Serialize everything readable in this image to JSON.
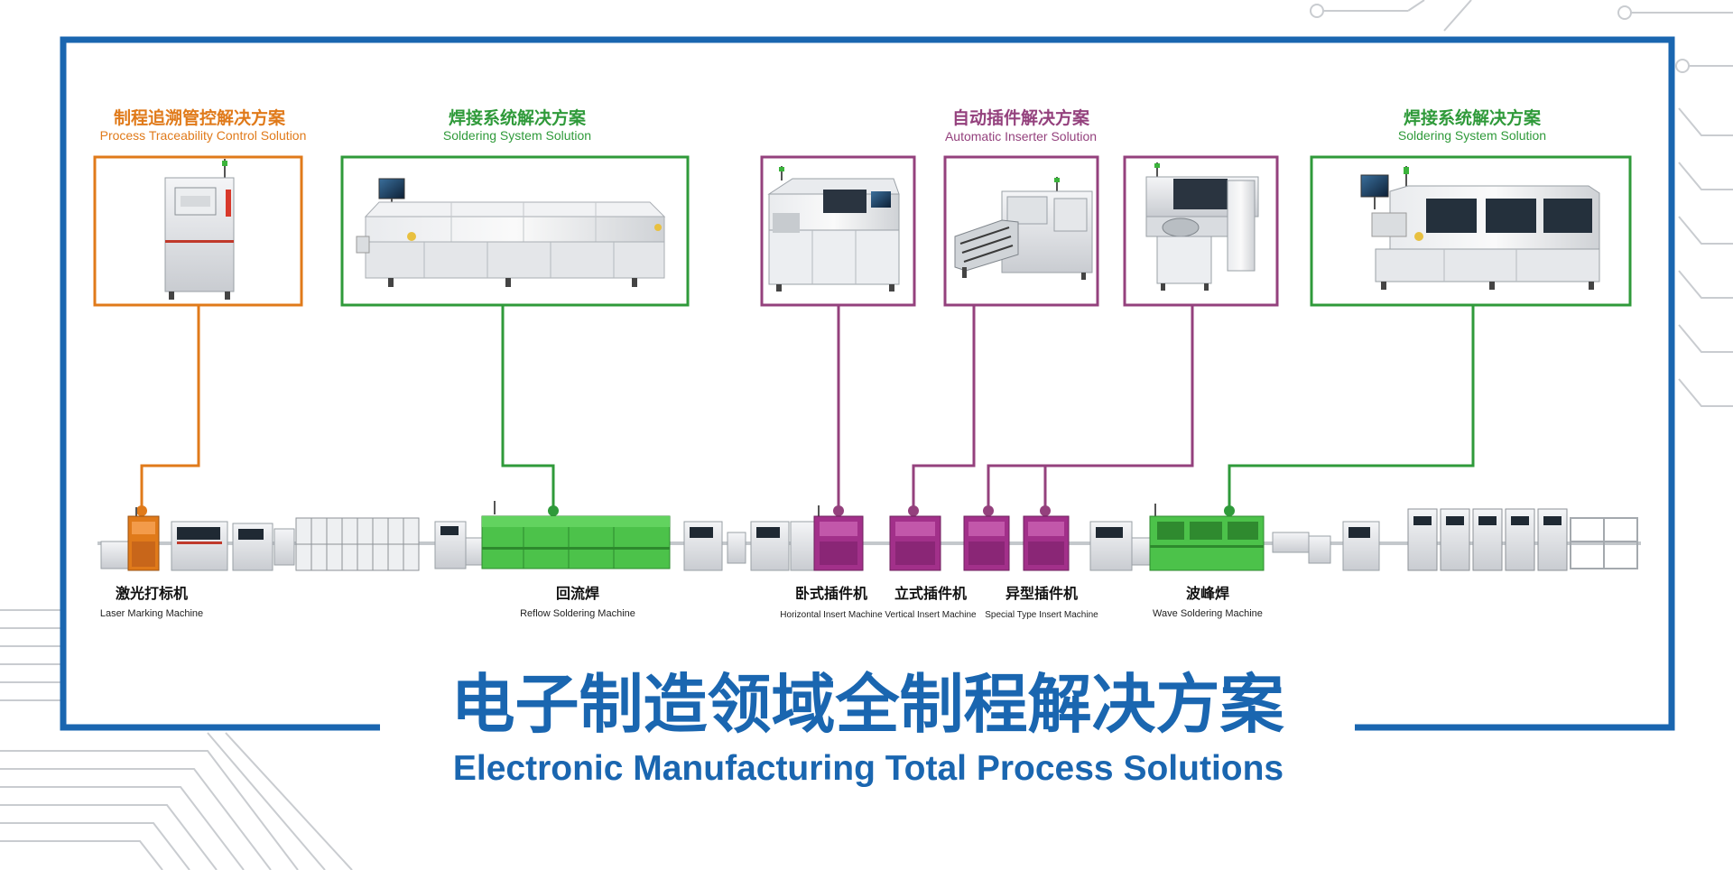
{
  "colors": {
    "frame": "#1a66b0",
    "trace": "#e07a1a",
    "solder": "#2f9a3a",
    "insert": "#94417d",
    "machine_orange": "#e07a1a",
    "machine_green": "#4cc24a",
    "machine_purple": "#a2308a",
    "title": "#1a66b0"
  },
  "solutions": [
    {
      "id": "trace",
      "name_cn": "制程追溯管控解决方案",
      "name_en": "Process Traceability Control Solution",
      "color": "#e07a1a"
    },
    {
      "id": "solder_left",
      "name_cn": "焊接系统解决方案",
      "name_en": "Soldering System Solution",
      "color": "#2f9a3a"
    },
    {
      "id": "insert",
      "name_cn": "自动插件解决方案",
      "name_en": "Automatic Inserter Solution",
      "color": "#94417d"
    },
    {
      "id": "solder_right",
      "name_cn": "焊接系统解决方案",
      "name_en": "Soldering System Solution",
      "color": "#2f9a3a"
    }
  ],
  "featured_machines": [
    {
      "id": "fm-traceability",
      "icon": "marking-cabinet-icon"
    },
    {
      "id": "fm-reflow-oven",
      "icon": "reflow-oven-icon"
    },
    {
      "id": "fm-horizontal-inserter",
      "icon": "horizontal-inserter-icon"
    },
    {
      "id": "fm-vertical-inserter",
      "icon": "vertical-inserter-icon"
    },
    {
      "id": "fm-special-inserter",
      "icon": "special-inserter-icon"
    },
    {
      "id": "fm-wave-solder",
      "icon": "wave-solder-icon"
    }
  ],
  "line_machines": [
    {
      "name_cn": "激光打标机",
      "name_en": "Laser Marking Machine"
    },
    {
      "name_cn": "回流焊",
      "name_en": "Reflow Soldering Machine"
    },
    {
      "name_cn": "卧式插件机",
      "name_en": "Horizontal Insert Machine"
    },
    {
      "name_cn": "立式插件机",
      "name_en": "Vertical Insert Machine"
    },
    {
      "name_cn": "异型插件机",
      "name_en": "Special Type Insert Machine"
    },
    {
      "name_cn": "波峰焊",
      "name_en": "Wave Soldering Machine"
    }
  ],
  "main_title": {
    "cn": "电子制造领域全制程解决方案",
    "en": "Electronic Manufacturing Total Process Solutions"
  }
}
